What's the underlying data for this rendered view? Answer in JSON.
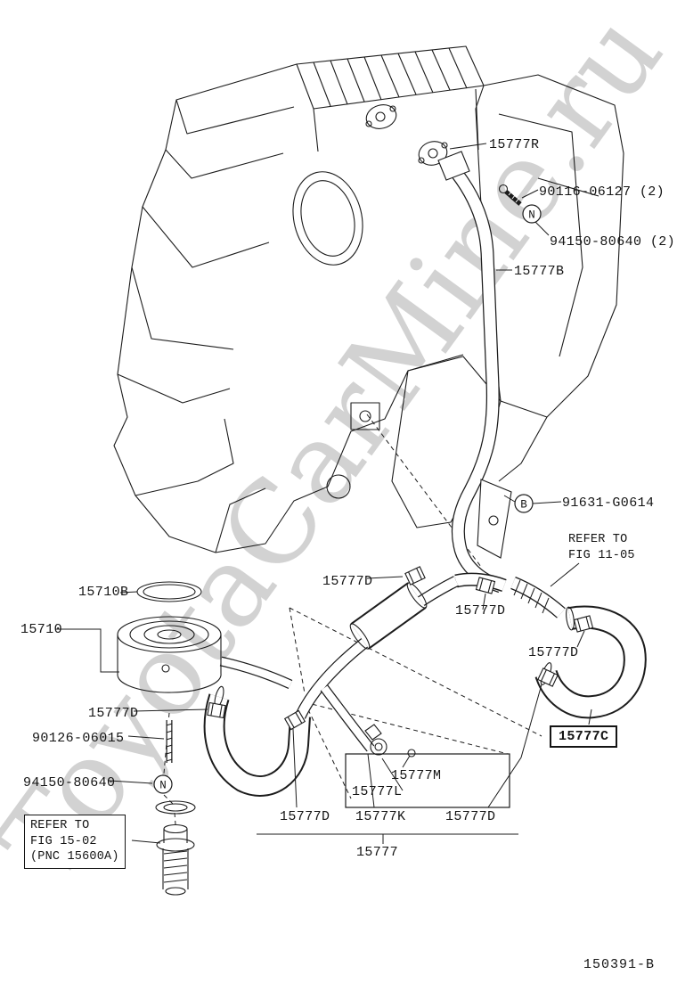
{
  "figure": {
    "code": "150391-B"
  },
  "watermark": {
    "text": "ToyotaCarMine.ru"
  },
  "symbols": {
    "n": "N",
    "b": "B"
  },
  "labels": {
    "r15777R": "15777R",
    "bolt90116": "90116-06127 (2)",
    "nut94150top": "94150-80640 (2)",
    "pipe15777B": "15777B",
    "union91631": "91631-G0614",
    "ring15710B": "15710B",
    "cooler15710": "15710",
    "clampD1": "15777D",
    "clampD2": "15777D",
    "clampD3": "15777D",
    "hose15777C": "15777C",
    "clampD4": "15777D",
    "stud90126": "90126-06015",
    "nut94150bottom": "94150-80640",
    "sensor15777M": "15777M",
    "part15777L": "15777L",
    "clampD5": "15777D",
    "tube15777K": "15777K",
    "clampD6": "15777D",
    "assy15777": "15777"
  },
  "notes": {
    "fig11": {
      "line1": "REFER TO",
      "line2": "FIG 11-05"
    },
    "fig15": {
      "line1": "REFER TO",
      "line2": "FIG 15-02",
      "line3": "(PNC 15600A)"
    }
  }
}
